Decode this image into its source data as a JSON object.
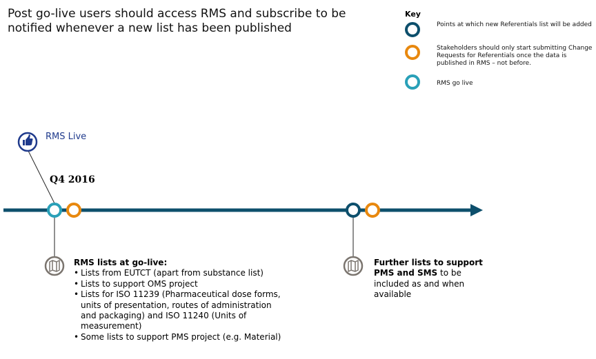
{
  "title": "Post go-live users should access RMS and subscribe to be notified whenever a new list has been published",
  "key": {
    "heading": "Key",
    "items": [
      {
        "label": "Points at which new Referentials list will be added",
        "color": "#0d4f6c"
      },
      {
        "label": "Stakeholders should only start submitting Change Requests for Referentials once the data is published in RMS – not before.",
        "color": "#e8880e"
      },
      {
        "label": "RMS go live",
        "color": "#29a0b8"
      }
    ]
  },
  "colors": {
    "timeline": "#0d4f6c",
    "navy": "#0d4f6c",
    "orange": "#e8880e",
    "teal": "#29a0b8",
    "live_icon": "#1f3a8c",
    "map_icon": "#7b756f"
  },
  "milestone": {
    "label": "RMS Live",
    "icon": "thumbs-up-icon"
  },
  "quarter": "Q4 2016",
  "block1": {
    "heading": "RMS lists at go-live:",
    "icon": "map-icon",
    "items": [
      "Lists from EUTCT (apart from substance list)",
      "Lists to support OMS project",
      "Lists for ISO 11239 (Pharmaceutical dose forms, units of presentation, routes of administration and packaging) and ISO 11240 (Units of measurement)",
      "Some lists to support  PMS project (e.g. Material)"
    ]
  },
  "block2": {
    "icon": "map-icon",
    "bold": "Further lists to support PMS and SMS",
    "rest": " to be included as and when available"
  }
}
